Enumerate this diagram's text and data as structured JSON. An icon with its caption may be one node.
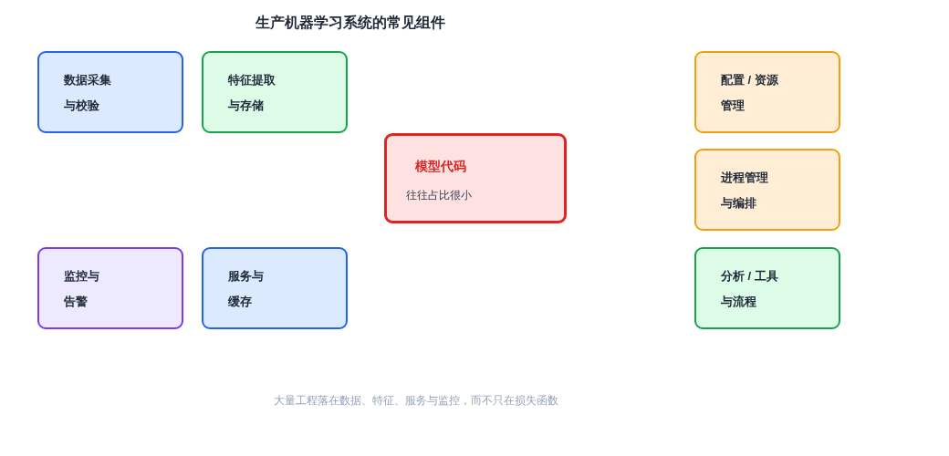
{
  "diagram": {
    "title": "生产机器学习系统的常见组件",
    "caption": "大量工程落在数据、特征、服务与监控，而不只在损失函数",
    "nodes": [
      {
        "text": [
          "数据采集与校验"
        ]
      },
      {
        "text": [
          "特征提取与存储"
        ]
      },
      {
        "text": [
          "配置 / 资源管理"
        ]
      },
      {
        "text": [
          "模型代码",
          "往往占比很小"
        ]
      },
      {
        "text": [
          "进程管理与编排"
        ]
      },
      {
        "text": [
          "监控与告警"
        ]
      },
      {
        "text": [
          "服务与缓存"
        ]
      },
      {
        "text": [
          "分析 / 工具与流程"
        ]
      }
    ]
  }
}
